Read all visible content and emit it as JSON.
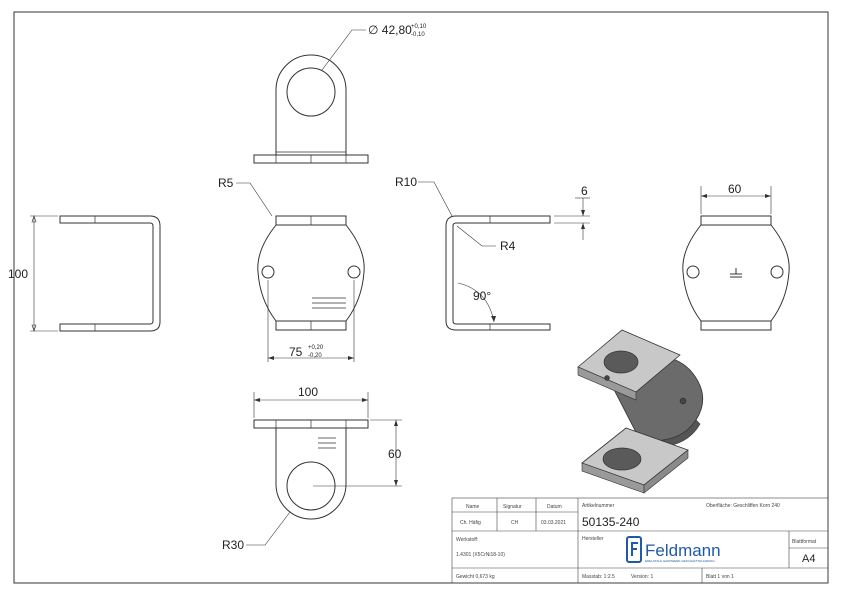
{
  "dimensions": {
    "diameter": "∅ 42,80",
    "diameter_tol_upper": "+0,10",
    "diameter_tol_lower": "-0,10",
    "r5": "R5",
    "r10": "R10",
    "r4": "R4",
    "six": "6",
    "sixty_top": "60",
    "hundred_side": "100",
    "angle": "90°",
    "seventyfive": "75",
    "seventyfive_tol_upper": "+0,20",
    "seventyfive_tol_lower": "-0,20",
    "hundred_bottom": "100",
    "sixty_bottom": "60",
    "r30": "R30"
  },
  "title_block": {
    "h_name": "Name",
    "h_signatur": "Signatur",
    "h_datum": "Datum",
    "v_name": "Ch. Häfig",
    "v_signatur": "CH",
    "v_datum": "03.03.2021",
    "l_artikel": "Artikelnummer",
    "v_artikel": "50135-240",
    "l_oberflaeche": "Oberfläche: Geschliffen Korn 240",
    "l_werkstoff": "Werkstoff:",
    "v_werkstoff": "1.4301 (X5CrNi18-10)",
    "l_hersteller": "Hersteller",
    "logo_text": "Feldmann",
    "logo_tagline": "EDELSTAHL HANDWERK GESCHÄFTSFÜHRUNG",
    "l_blattformat": "Blattformat",
    "v_blattformat": "A4",
    "gewicht": "Gewicht 0,673 kg",
    "massstab": "Masstab: 1:2.5",
    "version": "Version: 1",
    "blatt": "Blatt 1 von 1"
  },
  "symbols": {
    "flatness_icon": "flatness-symbol-icon",
    "logo_icon": "feldmann-logo-icon"
  },
  "colors": {
    "line": "#333333",
    "render_dark": "#6b6b6b",
    "render_mid": "#9a9a9a",
    "render_light": "#c8c8c8",
    "logo": "#1f5aa6"
  }
}
